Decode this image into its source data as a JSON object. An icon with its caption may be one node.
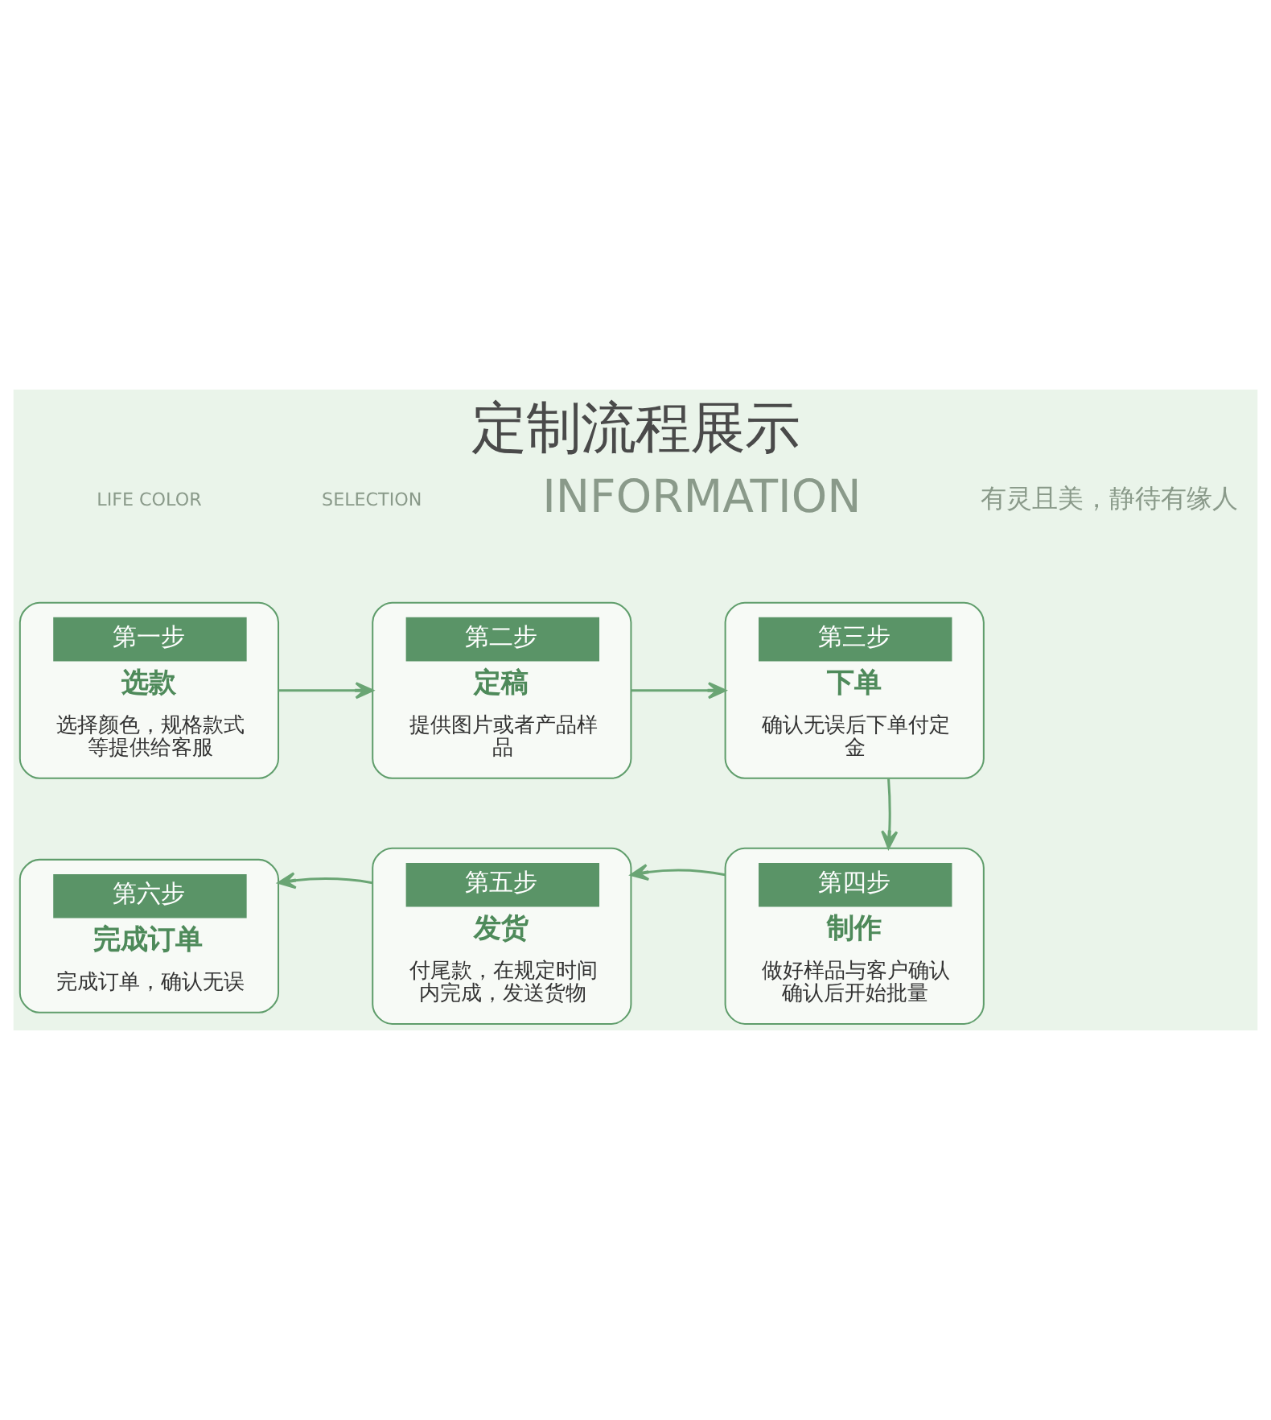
{
  "diagram": {
    "title": "定制流程展示",
    "nodes": [
      {
        "text": [
          "第一步",
          "选款",
          "选择颜色，规格款式等提供给客服"
        ]
      },
      {
        "text": [
          "第二步",
          "定稿",
          "提供图片或者产品样品"
        ]
      },
      {
        "text": [
          "第三步",
          "下单",
          "确认无误后下单付定金"
        ]
      },
      {
        "text": [
          "第四步",
          "制作",
          "做好样品与客户确认确认后开始批量"
        ]
      },
      {
        "text": [
          "第五步",
          "发货",
          "付尾款，在规定时间内完成，发送货物"
        ]
      },
      {
        "text": [
          "第六步",
          "完成订单",
          "完成订单，确认无误"
        ]
      }
    ],
    "edges": [
      {
        "from": 0,
        "to": 1,
        "arrow": "to"
      },
      {
        "from": 1,
        "to": 2,
        "arrow": "to"
      },
      {
        "from": 2,
        "to": 3,
        "arrow": "to"
      },
      {
        "from": 3,
        "to": 4,
        "arrow": "to"
      },
      {
        "from": 4,
        "to": 5,
        "arrow": "to"
      }
    ],
    "labels": [
      "LIFE COLOR",
      "SELECTION",
      "INFORMATION",
      "有灵且美，静待有缘人"
    ]
  }
}
